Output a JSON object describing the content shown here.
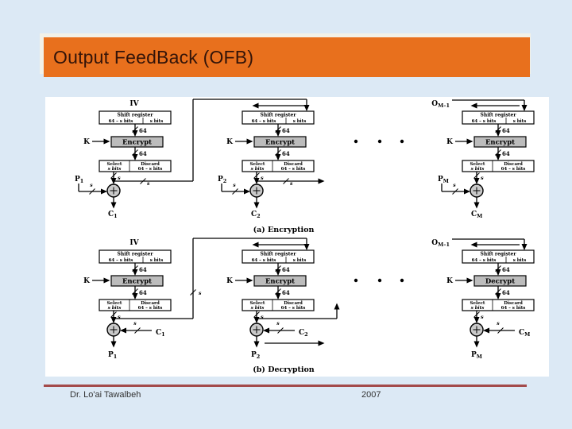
{
  "slide": {
    "title": "Output FeedBack (OFB)",
    "footer": {
      "author": "Dr. Lo'ai Tawalbeh",
      "year": "2007"
    }
  },
  "colors": {
    "background": "#dce9f5",
    "header_orange": "#e8701d",
    "header_underlay": "#f2f1e8",
    "title_text": "#331409",
    "panel": "#ffffff",
    "divider_red": "#a34a4a",
    "ink": "#000000",
    "cipher_box_gray": "#bcbcbc",
    "xor_gray": "#c9c9c9"
  },
  "diagram": {
    "labels": {
      "iv": "IV",
      "key": "K",
      "bus_width": "64",
      "s": "s",
      "shift_register": "Shift register",
      "register_left_cell": "64 – s bits",
      "register_right_cell": "s bits",
      "select_line1": "Select",
      "select_line2": "s bits",
      "discard_line1": "Discard",
      "discard_line2": "64 – s bits"
    },
    "rows": [
      {
        "id": "encryption",
        "caption": "(a) Encryption",
        "stages": [
          {
            "top_label": {
              "base": "IV",
              "sub": ""
            },
            "cipher_box": "Encrypt",
            "side_input": {
              "base": "P",
              "sub": "1"
            },
            "output": {
              "base": "C",
              "sub": "1"
            }
          },
          {
            "top_label": null,
            "cipher_box": "Encrypt",
            "side_input": {
              "base": "P",
              "sub": "2"
            },
            "output": {
              "base": "C",
              "sub": "2"
            }
          },
          {
            "top_label": {
              "base": "O",
              "sub": "M–1"
            },
            "cipher_box": "Encrypt",
            "side_input": {
              "base": "P",
              "sub": "M"
            },
            "output": {
              "base": "C",
              "sub": "M"
            }
          }
        ]
      },
      {
        "id": "decryption",
        "caption": "(b) Decryption",
        "stages": [
          {
            "top_label": {
              "base": "IV",
              "sub": ""
            },
            "cipher_box": "Encrypt",
            "side_input": {
              "base": "C",
              "sub": "1"
            },
            "output": {
              "base": "P",
              "sub": "1"
            }
          },
          {
            "top_label": null,
            "cipher_box": "Encrypt",
            "side_input": {
              "base": "C",
              "sub": "2"
            },
            "output": {
              "base": "P",
              "sub": "2"
            }
          },
          {
            "top_label": {
              "base": "O",
              "sub": "M–1"
            },
            "cipher_box": "Decrypt",
            "side_input": {
              "base": "C",
              "sub": "M"
            },
            "output": {
              "base": "P",
              "sub": "M"
            }
          }
        ]
      }
    ]
  }
}
